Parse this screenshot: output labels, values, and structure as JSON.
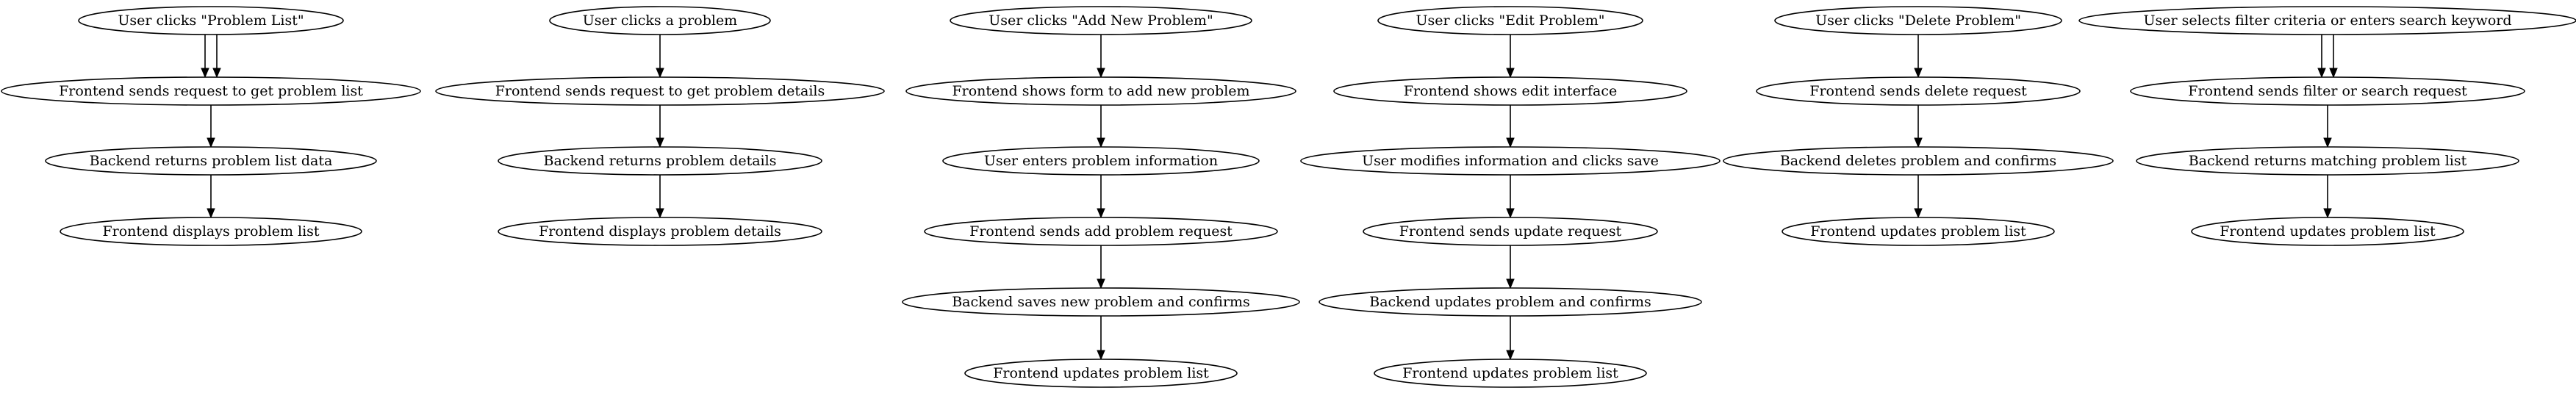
{
  "flows": [
    {
      "id": "problem-list",
      "steps": [
        {
          "label": "User clicks \"Problem List\"",
          "double_edge_below": true
        },
        {
          "label": "Frontend sends request to get problem list",
          "double_edge_below": false
        },
        {
          "label": "Backend returns problem list data",
          "double_edge_below": false
        },
        {
          "label": "Frontend displays problem list",
          "double_edge_below": false
        }
      ]
    },
    {
      "id": "problem-details",
      "steps": [
        {
          "label": "User clicks a problem",
          "double_edge_below": false
        },
        {
          "label": "Frontend sends request to get problem details",
          "double_edge_below": false
        },
        {
          "label": "Backend returns problem details",
          "double_edge_below": false
        },
        {
          "label": "Frontend displays problem details",
          "double_edge_below": false
        }
      ]
    },
    {
      "id": "add-problem",
      "steps": [
        {
          "label": "User clicks \"Add New Problem\"",
          "double_edge_below": false
        },
        {
          "label": "Frontend shows form to add new problem",
          "double_edge_below": false
        },
        {
          "label": "User enters problem information",
          "double_edge_below": false
        },
        {
          "label": "Frontend sends add problem request",
          "double_edge_below": false
        },
        {
          "label": "Backend saves new problem and confirms",
          "double_edge_below": false
        },
        {
          "label": "Frontend updates problem list",
          "double_edge_below": false
        }
      ]
    },
    {
      "id": "edit-problem",
      "steps": [
        {
          "label": "User clicks \"Edit Problem\"",
          "double_edge_below": false
        },
        {
          "label": "Frontend shows edit interface",
          "double_edge_below": false
        },
        {
          "label": "User modifies information and clicks save",
          "double_edge_below": false
        },
        {
          "label": "Frontend sends update request",
          "double_edge_below": false
        },
        {
          "label": "Backend updates problem and confirms",
          "double_edge_below": false
        },
        {
          "label": "Frontend updates problem list",
          "double_edge_below": false
        }
      ]
    },
    {
      "id": "delete-problem",
      "steps": [
        {
          "label": "User clicks \"Delete Problem\"",
          "double_edge_below": false
        },
        {
          "label": "Frontend sends delete request",
          "double_edge_below": false
        },
        {
          "label": "Backend deletes problem and confirms",
          "double_edge_below": false
        },
        {
          "label": "Frontend updates problem list",
          "double_edge_below": false
        }
      ]
    },
    {
      "id": "filter-search",
      "steps": [
        {
          "label": "User selects filter criteria or enters search keyword",
          "double_edge_below": true
        },
        {
          "label": "Frontend sends filter or search request",
          "double_edge_below": false
        },
        {
          "label": "Backend returns matching problem list",
          "double_edge_below": false
        },
        {
          "label": "Frontend updates problem list",
          "double_edge_below": false
        }
      ]
    }
  ],
  "colors": {
    "stroke": "#000000",
    "fill": "#ffffff",
    "background": "#ffffff"
  }
}
